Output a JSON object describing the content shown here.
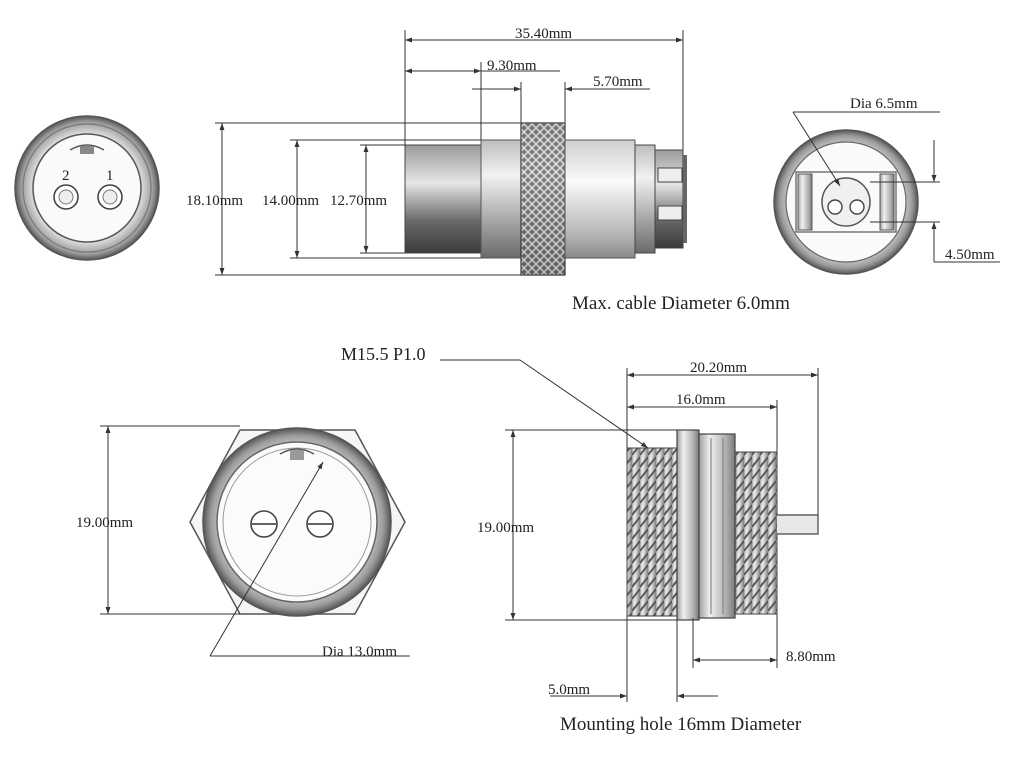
{
  "dimensions": {
    "overall_length": "35.40mm",
    "body_length": "9.30mm",
    "nut_width": "5.70mm",
    "plug_diameter_outer": "18.10mm",
    "plug_diameter_mid": "14.00mm",
    "plug_diameter_inner": "12.70mm",
    "rear_dia": "Dia 6.5mm",
    "rear_slot": "4.50mm",
    "thread": "M15.5 P1.0",
    "socket_length": "20.20mm",
    "socket_thread_length": "16.0mm",
    "socket_height": "19.00mm",
    "flange_height": "19.00mm",
    "face_dia": "Dia 13.0mm",
    "rear_nut_offset": "8.80mm",
    "front_offset": "5.0mm"
  },
  "notes": {
    "cable": "Max. cable Diameter 6.0mm",
    "mounting": "Mounting hole 16mm Diameter"
  },
  "colors": {
    "metal_dark": "#555555",
    "metal_light": "#d8d8d8",
    "line": "#333333"
  }
}
